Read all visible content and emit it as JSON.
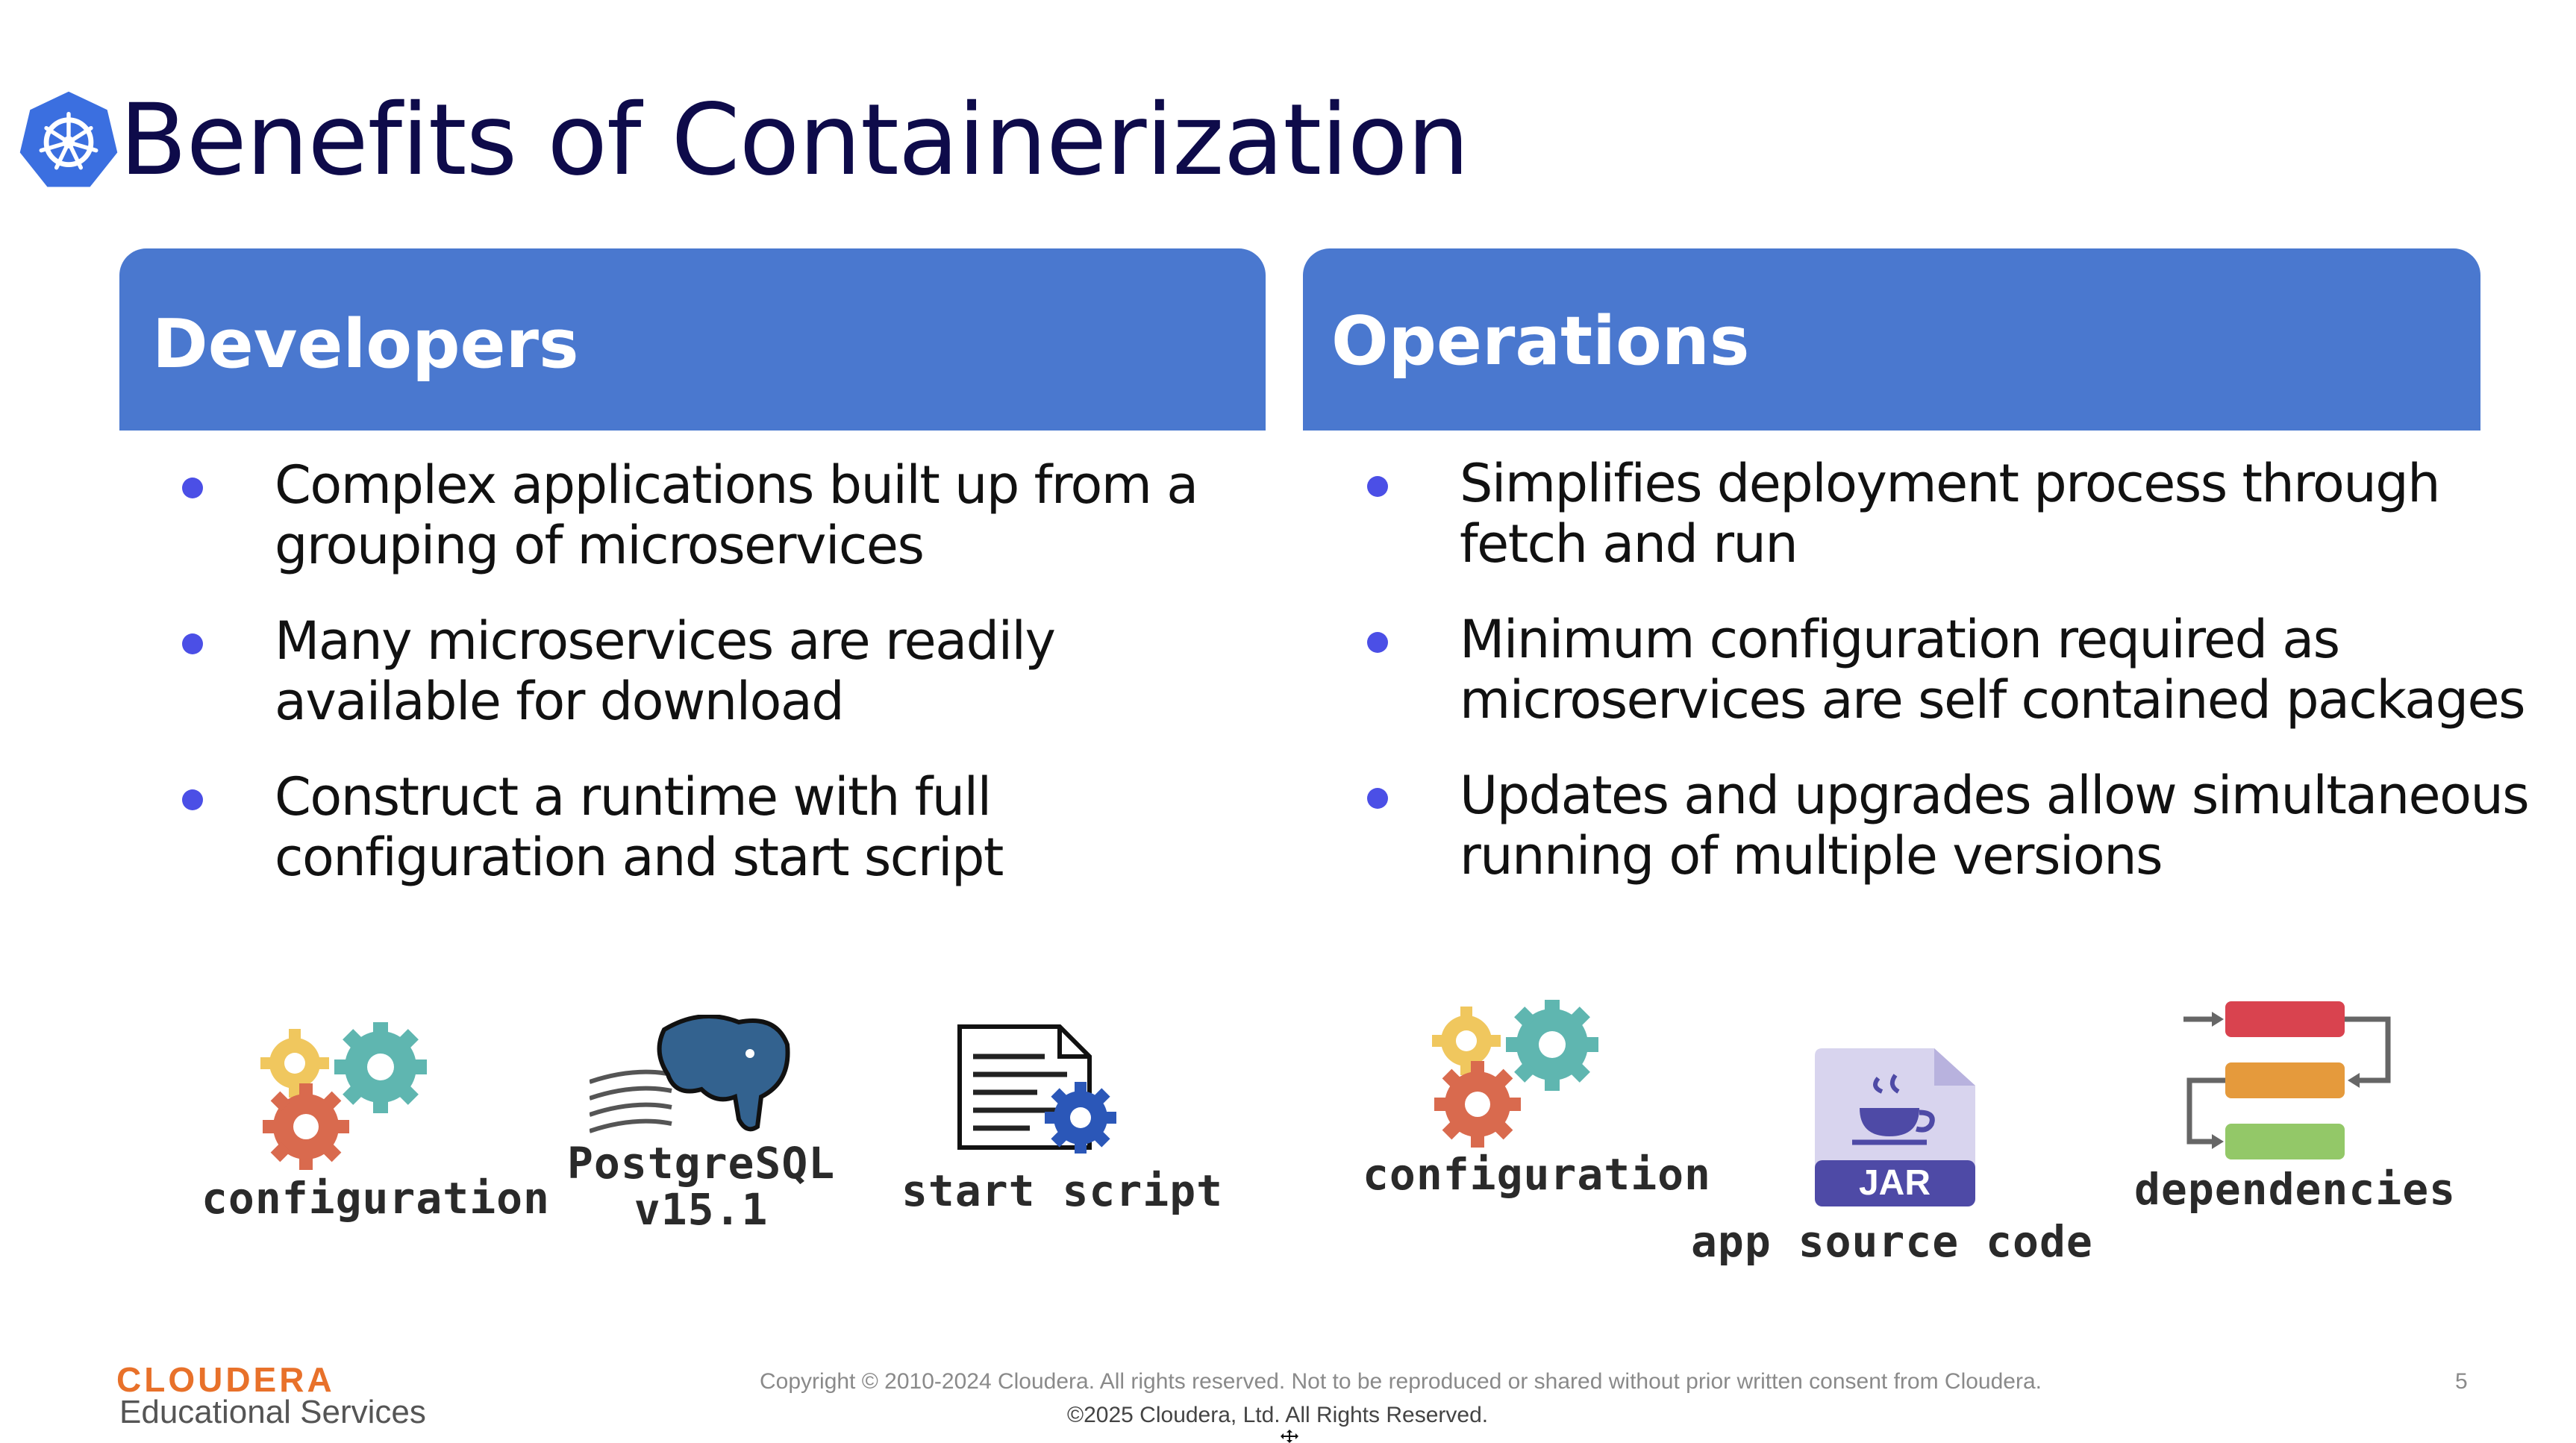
{
  "slide": {
    "title": "Benefits of Containerization",
    "logo_icon": "kubernetes-helm-icon",
    "accent_color": "#4a78cf",
    "bullet_color": "#4b4fe6"
  },
  "developers": {
    "header": "Developers",
    "bullets": [
      "Complex applications built up from a grouping of microservices",
      "Many microservices are readily available for download",
      "Construct a runtime with full configuration and start script"
    ],
    "icons": [
      {
        "icon": "gears-icon",
        "label": "configuration"
      },
      {
        "icon": "postgresql-elephant-icon",
        "label_line1": "PostgreSQL",
        "label_line2": "v15.1"
      },
      {
        "icon": "script-document-gear-icon",
        "label": "start script"
      }
    ]
  },
  "operations": {
    "header": "Operations",
    "bullets": [
      "Simplifies deployment process through fetch and run",
      "Minimum configuration required as microservices are self contained packages",
      "Updates and upgrades allow simultaneous running of multiple versions"
    ],
    "icons": [
      {
        "icon": "gears-icon",
        "label": "configuration"
      },
      {
        "icon": "java-jar-file-icon",
        "badge": "JAR",
        "label": "app source code"
      },
      {
        "icon": "dependencies-flow-icon",
        "label": "dependencies"
      }
    ]
  },
  "footer": {
    "brand": "CLOUDERA",
    "brand_sub": "Educational Services",
    "copyright": "Copyright © 2010-2024 Cloudera. All rights reserved. Not to be reproduced or shared without prior written consent from Cloudera.",
    "copyright_2": "©2025 Cloudera, Ltd. All Rights Reserved.",
    "page_number": "5",
    "brand_color": "#e8712a"
  }
}
